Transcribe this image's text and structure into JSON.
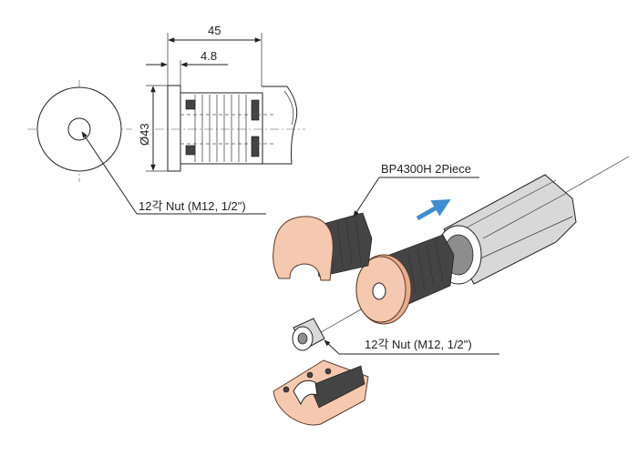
{
  "top_view": {
    "dim_overall": "45",
    "dim_flange": "4.8",
    "dim_diameter": "Ø43",
    "nut_callout": "12각 Nut (M12, 1/2\")"
  },
  "exploded_view": {
    "part_callout": "BP4300H 2Piece",
    "nut_callout": "12각 Nut (M12, 1/2\")"
  },
  "colors": {
    "part_fill": "#f4c9b0",
    "body_fill": "#d8d8d8",
    "arrow": "#3f8fd0"
  }
}
